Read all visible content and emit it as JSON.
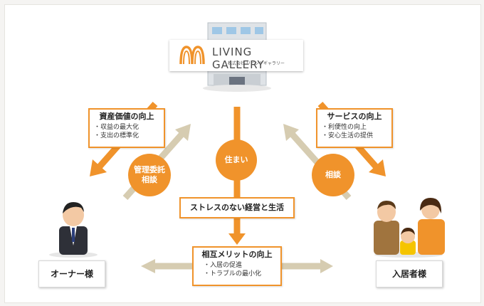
{
  "company": {
    "name": "LIVING GALLERY",
    "sub": "株式会社 リビングギャラリー",
    "brand_color": "#f0932b"
  },
  "center": {
    "circle": "住まい",
    "banner": "ストレスのない経営と生活"
  },
  "owner_benefit": {
    "title": "資産価値の向上",
    "items": [
      "・収益の最大化",
      "・支出の標準化"
    ]
  },
  "resident_benefit": {
    "title": "サービスの向上",
    "items": [
      "・利便性の向上",
      "・安心生活の提供"
    ]
  },
  "mutual_benefit": {
    "title": "相互メリットの向上",
    "items": [
      "・入居の促進",
      "・トラブルの最小化"
    ]
  },
  "left_circle": {
    "line1": "管理委託",
    "line2": "相談"
  },
  "right_circle": {
    "line1": "相談"
  },
  "owner_label": "オーナー様",
  "resident_label": "入居者様"
}
